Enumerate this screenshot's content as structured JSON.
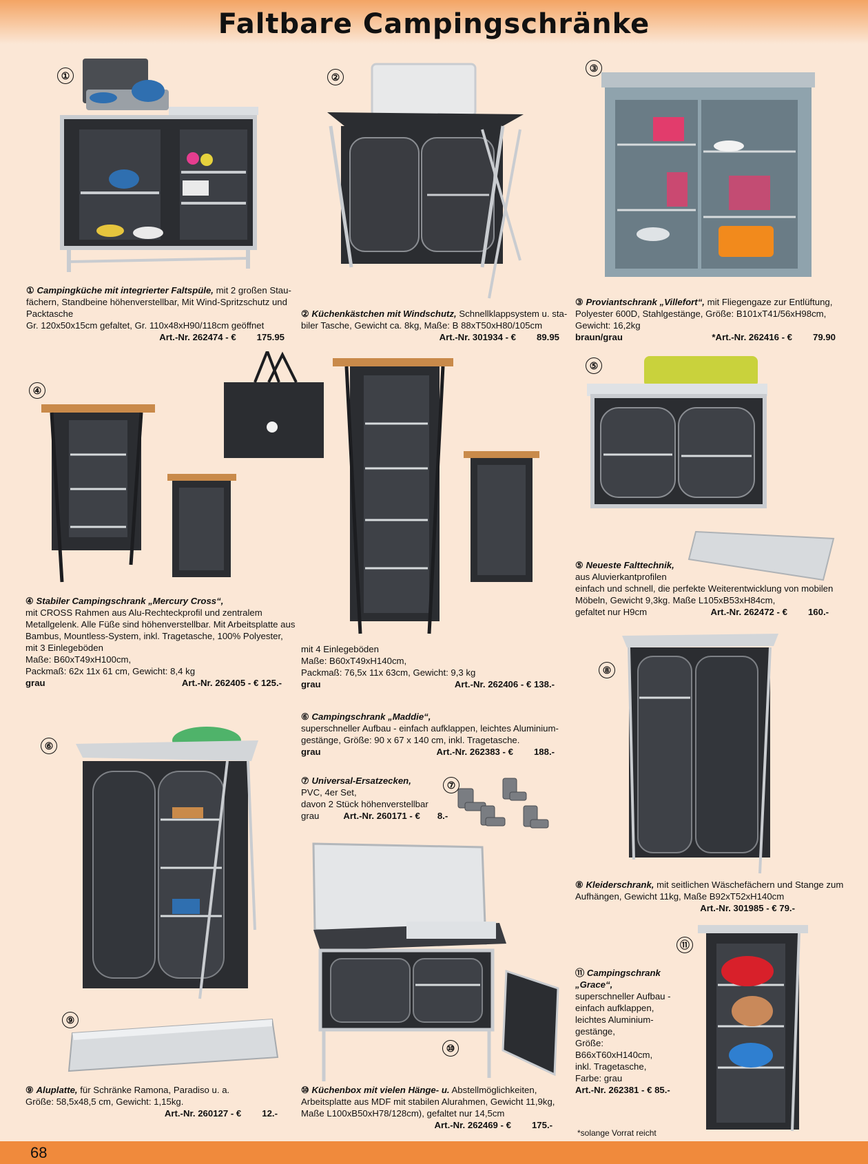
{
  "page": {
    "title": "Faltbare Campingschränke",
    "number": "68",
    "footnote": "*solange Vorrat reicht"
  },
  "items": {
    "i1": {
      "badge": "①",
      "text_num": "①",
      "heading": "Campingküche mit integrierter Faltspüle,",
      "lines": [
        " mit 2 großen Stau-",
        "fächern, Standbeine höhenverstellbar, Mit Wind-Spritzschutz und",
        "Packtasche",
        "Gr. 120x50x15cm gefaltet, Gr. 110x48xH90/118cm geöffnet"
      ],
      "art": "Art.-Nr. 262474 - €",
      "price": "175.95"
    },
    "i2": {
      "badge": "②",
      "text_num": "②",
      "heading": "Küchenkästchen mit Windschutz,",
      "lines": [
        " Schnellklappsystem u. sta-",
        "biler Tasche, Gewicht ca. 8kg, Maße: B 88xT50xH80/105cm"
      ],
      "art": "Art.-Nr. 301934 - €",
      "price": "89.95"
    },
    "i3": {
      "badge": "③",
      "text_num": "③",
      "heading": "Proviantschrank „Villefort“,",
      "lines": [
        " mit Fliegengaze zur Entlüftung,",
        "Polyester 600D, Stahlgestänge, Größe: B101xT41/56xH98cm,",
        "Gewicht: 16,2kg"
      ],
      "color": "braun/grau",
      "art": "*Art.-Nr. 262416 - €",
      "price": "79.90"
    },
    "i4": {
      "badge": "④",
      "text_num": "④",
      "heading": "Stabiler Campingschrank „Mercury Cross“,",
      "lines": [
        "mit CROSS Rahmen aus Alu-Rechteckprofil und zentralem",
        "Metallgelenk. Alle Füße sind höhenverstellbar. Mit Arbeitsplatte aus",
        "Bambus, Mountless-System, inkl. Tragetasche, 100% Polyester,",
        "mit 3 Einlegeböden",
        "Maße: B60xT49xH100cm,",
        "Packmaß: 62x 11x 61 cm, Gewicht: 8,4 kg"
      ],
      "color": "grau",
      "art": "Art.-Nr. 262405 - € 125.-"
    },
    "i4b": {
      "lines": [
        "mit 4 Einlegeböden",
        "Maße: B60xT49xH140cm,",
        "Packmaß: 76,5x 11x 63cm, Gewicht: 9,3 kg"
      ],
      "color": "grau",
      "art": "Art.-Nr. 262406 - € 138.-"
    },
    "i5": {
      "badge": "⑤",
      "text_num": "⑤",
      "heading": "Neueste Falttechnik,",
      "lines": [
        "aus Aluvierkantprofilen",
        "einfach und schnell, die perfekte Weiterentwicklung von mobilen",
        "Möbeln, Gewicht 9,3kg. Maße L105xB53xH84cm,"
      ],
      "last": "gefaltet nur H9cm",
      "art": "Art.-Nr. 262472 - €",
      "price": "160.-"
    },
    "i6": {
      "badge": "⑥",
      "text_num": "⑥",
      "heading": "Campingschrank „Maddie“,",
      "lines": [
        "superschneller Aufbau - einfach aufklappen, leichtes Aluminium-",
        "gestänge, Größe: 90 x 67 x 140 cm, inkl. Tragetasche."
      ],
      "color": "grau",
      "art": "Art.-Nr. 262383 - €",
      "price": "188.-"
    },
    "i7": {
      "badge": "⑦",
      "text_num": "⑦",
      "heading": "Universal-Ersatzecken,",
      "lines": [
        "PVC, 4er Set,",
        "davon 2 Stück höhenverstellbar"
      ],
      "color": "grau",
      "art": "Art.-Nr. 260171 - €",
      "price": "8.-"
    },
    "i8": {
      "badge": "⑧",
      "text_num": "⑧",
      "heading": "Kleiderschrank,",
      "lines": [
        " mit seitlichen Wäschefächern und Stange zum",
        "Aufhängen, Gewicht 11kg, Maße  B92xT52xH140cm"
      ],
      "art": "Art.-Nr. 301985 - € 79.-"
    },
    "i9": {
      "badge": "⑨",
      "text_num": "⑨",
      "heading": "Aluplatte,",
      "lines": [
        " für Schränke Ramona, Paradiso u. a.",
        "Größe: 58,5x48,5 cm, Gewicht: 1,15kg."
      ],
      "art": "Art.-Nr. 260127 - €",
      "price": "12.-"
    },
    "i10": {
      "badge": "⑩",
      "text_num": "⑩",
      "heading": "Küchenbox mit vielen Hänge- u.",
      "lines": [
        " Abstellmöglichkeiten,",
        "Arbeitsplatte aus MDF mit stabilen Alurahmen, Gewicht 11,9kg,",
        "Maße L100xB50xH78/128cm), gefaltet nur 14,5cm"
      ],
      "art": "Art.-Nr. 262469 - €",
      "price": "175.-"
    },
    "i11": {
      "badge": "⑪",
      "text_num": "⑪",
      "heading": "Campingschrank",
      "heading2": "„Grace“,",
      "lines": [
        "superschneller Aufbau -",
        "einfach aufklappen,",
        "leichtes Aluminium-",
        "gestänge,",
        "Größe:",
        "B66xT60xH140cm,",
        "inkl. Tragetasche,",
        "Farbe: grau"
      ],
      "art": "Art.-Nr. 262381 - € 85.-"
    }
  },
  "colors": {
    "background": "#fbe7d6",
    "band_orange": "#f08a3c",
    "cabinet_dark": "#2b2d31",
    "aluminium": "#c9ccd0",
    "bamboo": "#c98a4a"
  }
}
